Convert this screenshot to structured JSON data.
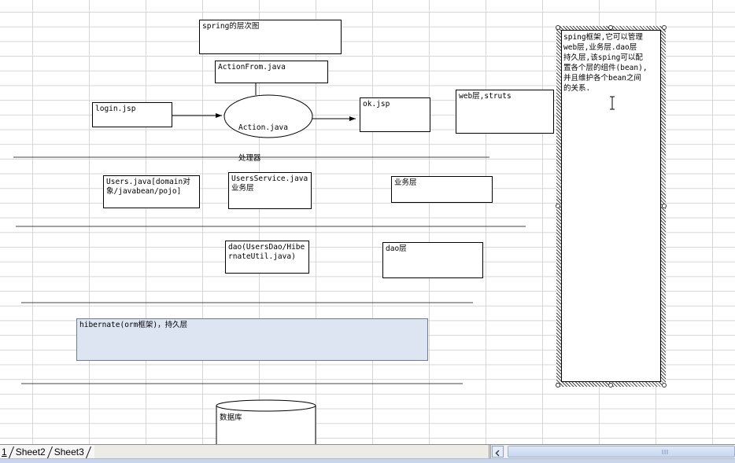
{
  "diagram": {
    "title": "spring的层次图",
    "action_form": "ActionFrom.java",
    "login": "login.jsp",
    "action_name": "Action.java",
    "action_role": "处理器",
    "ok": "ok.jsp",
    "web_layer": "web层,struts",
    "users_domain": "Users.java[domain对\n象/javabean/pojo]",
    "users_service": "UsersService.java\n业务层",
    "service_layer": "业务层",
    "dao": "dao(UsersDao/Hibe\nrnateUtil.java)",
    "dao_layer": "dao层",
    "hibernate": "hibernate(orm框架)，持久层",
    "database": "数据库"
  },
  "note": {
    "text": "sping框架,它可以管理\nweb层,业务层.dao层\n持久层,该sping可以配\n置各个层的组件(bean),\n并且维护各个bean之间\n的关系."
  },
  "sheet_tabs": [
    {
      "label": "1",
      "active": true
    },
    {
      "label": "Sheet2",
      "active": false
    },
    {
      "label": "Sheet3",
      "active": false
    }
  ],
  "icons": {
    "cursor": "text-cursor-icon",
    "scroll_left": "chevron-left-icon",
    "scroll_grip": "grip-icon"
  },
  "colors": {
    "gridline": "#d6d6d6",
    "shape_border": "#000000",
    "hibernate_fill": "#dde5f2",
    "hibernate_border": "#6b7b95",
    "scrollbar": "#c7d6ee"
  }
}
